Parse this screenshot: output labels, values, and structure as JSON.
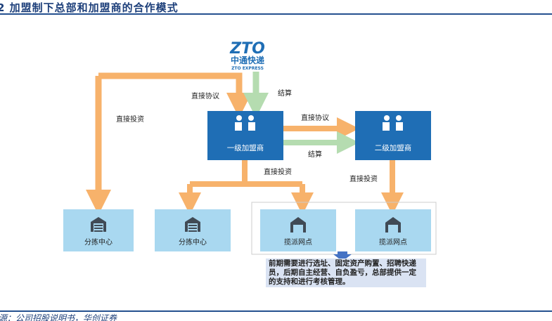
{
  "title": "2 加盟制下总部和加盟商的合作模式",
  "logo": {
    "mark": "ZTO",
    "cn": "中通快递",
    "en": "ZTO EXPRESS"
  },
  "labels": {
    "direct_invest_left": "直接投资",
    "direct_agreement_hq": "直接协议",
    "settlement_hq": "结算",
    "direct_agreement_l1": "直接协议",
    "settlement_l1": "结算",
    "direct_invest_l1": "直接投资",
    "direct_invest_l2": "直接投资"
  },
  "nodes": {
    "level1": "一级加盟商",
    "level2": "二级加盟商",
    "sort1": "分拣中心",
    "sort2": "分拣中心",
    "outlet1": "揽派网点",
    "outlet2": "揽派网点"
  },
  "note": "前期需要进行选址、固定资产购置、招聘快递员，后期自主经营、自负盈亏，总部提供一定的支持和进行考核管理。",
  "source": "源：公司招股说明书，华创证券",
  "colors": {
    "orange": "#f7b26b",
    "green": "#b5dcb0",
    "dark_blue": "#1f6eb5",
    "light_blue": "#a9d8f0",
    "note_bg": "#dae3f3"
  }
}
